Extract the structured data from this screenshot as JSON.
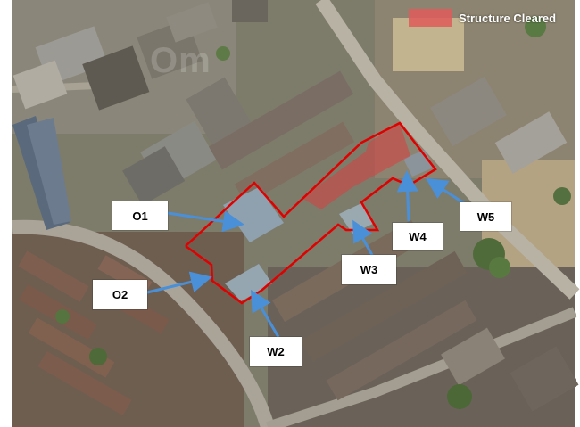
{
  "legend": {
    "label": "Structure Cleared",
    "swatch_color": "#e05a5a"
  },
  "callouts": [
    {
      "id": "O1",
      "label": "O1"
    },
    {
      "id": "O2",
      "label": "O2"
    },
    {
      "id": "W2",
      "label": "W2"
    },
    {
      "id": "W3",
      "label": "W3"
    },
    {
      "id": "W4",
      "label": "W4"
    },
    {
      "id": "W5",
      "label": "W5"
    }
  ],
  "watermark": "Om",
  "colors": {
    "boundary": "#e00000",
    "cleared_fill": "#d94040",
    "arrow": "#4a90d9"
  }
}
